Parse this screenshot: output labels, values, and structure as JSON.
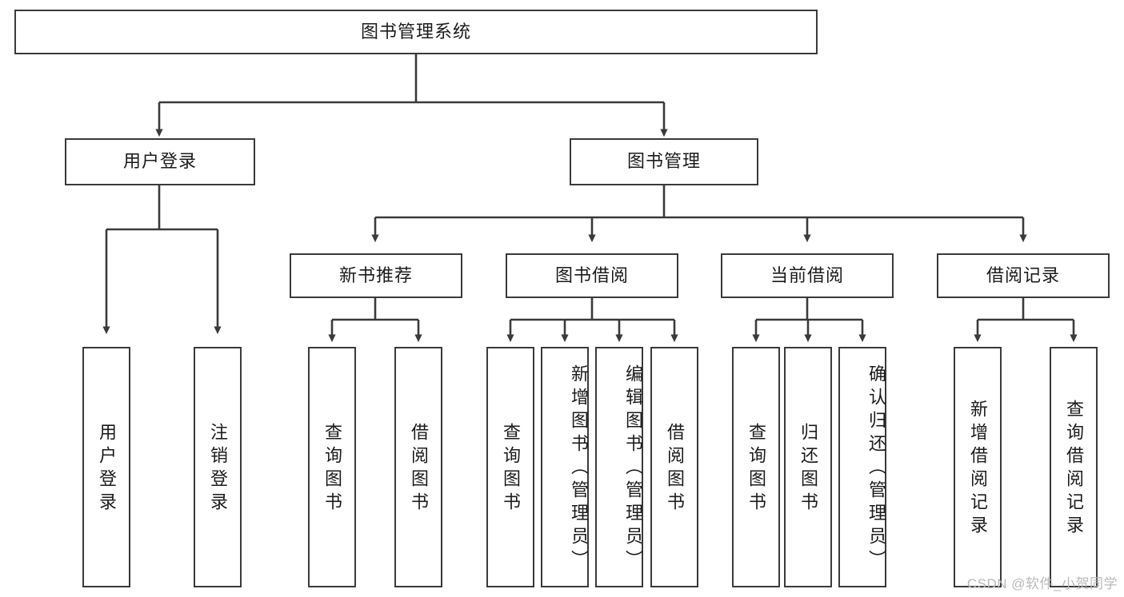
{
  "diagram": {
    "title_box": {
      "label": "图书管理系统"
    },
    "level2": [
      {
        "id": "user-login",
        "label": "用户登录"
      },
      {
        "id": "book-management",
        "label": "图书管理"
      }
    ],
    "level3": [
      {
        "id": "new-book-recommend",
        "label": "新书推荐"
      },
      {
        "id": "book-borrow",
        "label": "图书借阅"
      },
      {
        "id": "current-borrow",
        "label": "当前借阅"
      },
      {
        "id": "borrow-record",
        "label": "借阅记录"
      }
    ],
    "leaves": {
      "user_login": [
        {
          "id": "leaf-user-login",
          "label": "用户登录"
        },
        {
          "id": "leaf-logout-login",
          "label": "注销登录"
        }
      ],
      "new_book_recommend": [
        {
          "id": "leaf-query-book-1",
          "label": "查询图书"
        },
        {
          "id": "leaf-borrow-book-1",
          "label": "借阅图书"
        }
      ],
      "book_borrow": [
        {
          "id": "leaf-query-book-2",
          "label": "查询图书"
        },
        {
          "id": "leaf-add-book-admin",
          "label": "新增图书（管理员）"
        },
        {
          "id": "leaf-edit-book-admin",
          "label": "编辑图书（管理员）"
        },
        {
          "id": "leaf-borrow-book-2",
          "label": "借阅图书"
        }
      ],
      "current_borrow": [
        {
          "id": "leaf-query-book-3",
          "label": "查询图书"
        },
        {
          "id": "leaf-return-book",
          "label": "归还图书"
        },
        {
          "id": "leaf-confirm-return-admin",
          "label": "确认归还（管理员）"
        }
      ],
      "borrow_record": [
        {
          "id": "leaf-add-borrow-record",
          "label": "新增借阅记录"
        },
        {
          "id": "leaf-query-borrow-record",
          "label": "查询借阅记录"
        }
      ]
    },
    "watermark": "CSDN @软件_小贺同学",
    "colors": {
      "stroke": "#3a3a3a",
      "fill": "#ffffff",
      "text": "#1b1b1b",
      "watermark": "#b9b9b9"
    }
  }
}
